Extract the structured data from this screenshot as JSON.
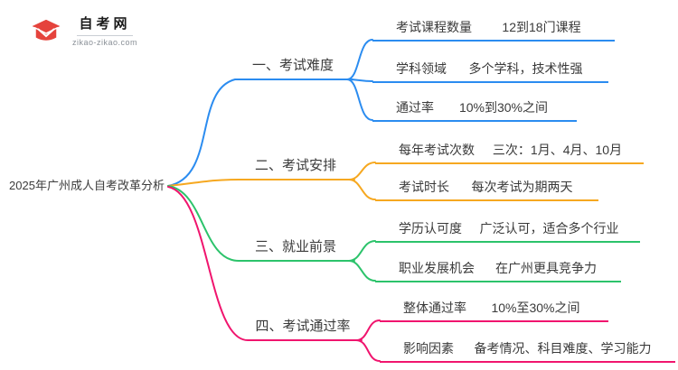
{
  "brand": {
    "name": "自考网",
    "domain": "zikao-zikao.com"
  },
  "root": {
    "label": "2025年广州成人自考改革分析"
  },
  "colors": {
    "branch1": "#2b8cf0",
    "branch2": "#f6a820",
    "branch3": "#2cc36b",
    "branch4": "#f0156e",
    "text": "#3a3a3a",
    "logo_blue": "#1b5fa8",
    "logo_red": "#e5433c"
  },
  "branches": [
    {
      "label": "一、考试难度",
      "color": "#2b8cf0",
      "children": [
        {
          "key": "考试课程数量",
          "value": "12到18门课程"
        },
        {
          "key": "学科领域",
          "value": "多个学科，技术性强"
        },
        {
          "key": "通过率",
          "value": "10%到30%之间"
        }
      ]
    },
    {
      "label": "二、考试安排",
      "color": "#f6a820",
      "children": [
        {
          "key": "每年考试次数",
          "value": "三次：1月、4月、10月"
        },
        {
          "key": "考试时长",
          "value": "每次考试为期两天"
        }
      ]
    },
    {
      "label": "三、就业前景",
      "color": "#2cc36b",
      "children": [
        {
          "key": "学历认可度",
          "value": "广泛认可，适合多个行业"
        },
        {
          "key": "职业发展机会",
          "value": "在广州更具竞争力"
        }
      ]
    },
    {
      "label": "四、考试通过率",
      "color": "#f0156e",
      "children": [
        {
          "key": "整体通过率",
          "value": "10%至30%之间"
        },
        {
          "key": "影响因素",
          "value": "备考情况、科目难度、学习能力"
        }
      ]
    }
  ]
}
